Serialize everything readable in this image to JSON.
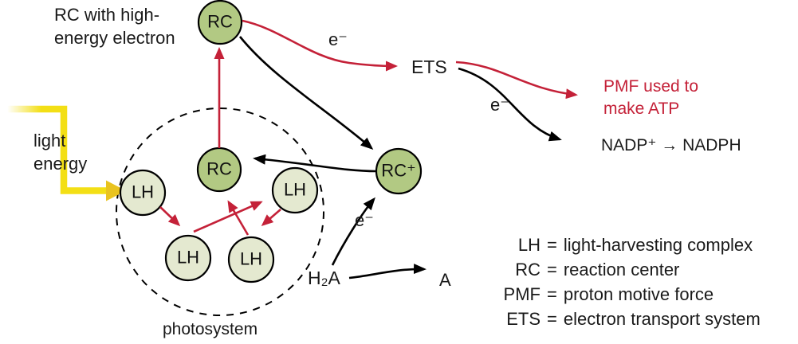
{
  "diagram": {
    "annotations": {
      "rc_high_energy": "RC with high-\nenergy electron",
      "e_minus_top": "e⁻",
      "ets": "ETS",
      "e_minus_ets": "e⁻",
      "pmf": "PMF used to\nmake ATP",
      "nadp": "NADP⁺ → NADPH",
      "light_energy": "light\nenergy",
      "photosystem": "photosystem",
      "h2a": "H₂A",
      "a": "A",
      "e_minus_h2a": "e⁻"
    },
    "nodes": {
      "rc_top": "RC",
      "rc_inner": "RC",
      "rc_plus": "RC⁺",
      "lh_left": "LH",
      "lh_right": "LH",
      "lh_bottom_left": "LH",
      "lh_bottom_right": "LH"
    },
    "legend": [
      {
        "abbr": "LH",
        "eq": "=",
        "definition": "light-harvesting complex"
      },
      {
        "abbr": "RC",
        "eq": "=",
        "definition": "reaction center"
      },
      {
        "abbr": "PMF",
        "eq": "=",
        "definition": "proton motive force"
      },
      {
        "abbr": "ETS",
        "eq": "=",
        "definition": "electron transport system"
      }
    ],
    "colors": {
      "node_green": "#b2c983",
      "node_pale": "#e4e9d0",
      "arrow_red": "#c42138",
      "arrow_black": "#000000",
      "light_yellow": "#f3df15",
      "arrowhead_yellow": "#e9c31f",
      "text_red": "#c42138"
    }
  }
}
